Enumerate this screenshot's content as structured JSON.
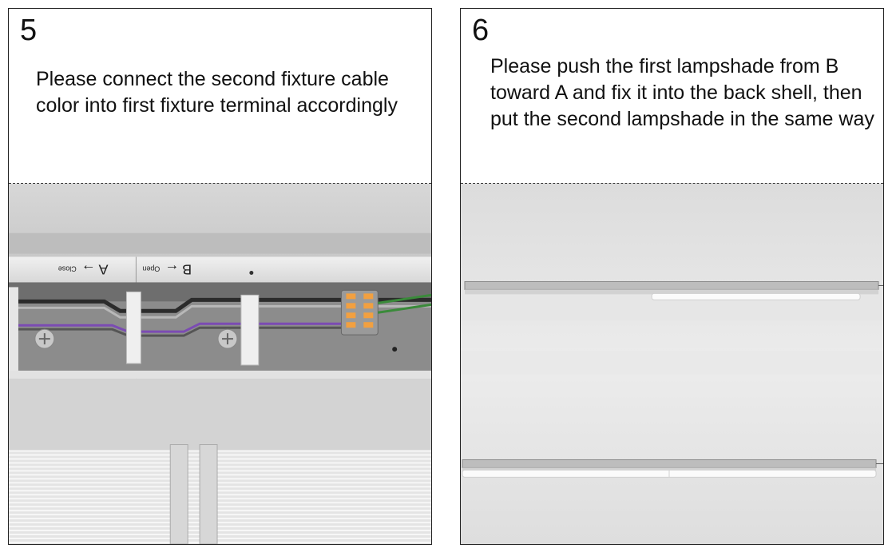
{
  "steps": [
    {
      "number": "5",
      "instruction": "Please connect the second fixture cable color into first fixture terminal accordingly",
      "photo": {
        "label_a": "A",
        "label_a_arrow": "→",
        "label_a_word": "Close",
        "label_b": "B",
        "label_b_arrow": "←",
        "label_b_word": "Open"
      }
    },
    {
      "number": "6",
      "instruction": "Please push the first lampshade from B toward A and fix it into the back shell, then put the second lampshade in the same way"
    }
  ],
  "colors": {
    "purple_wire": "#7b4bb3",
    "terminal_orange": "#f2a040",
    "housing_gray": "#d9d9d9"
  }
}
